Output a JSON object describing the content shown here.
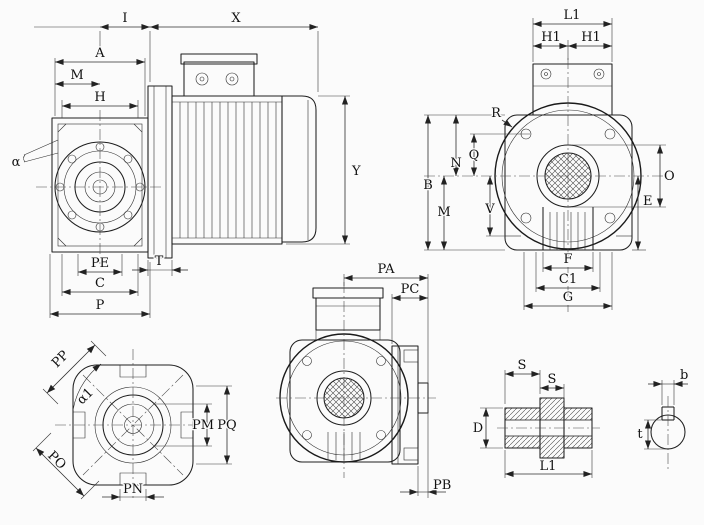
{
  "colors": {
    "ink": "#1a1a1a",
    "background": "#fbfbfb"
  },
  "views": {
    "side": {
      "dims": {
        "I": "I",
        "X": "X",
        "A": "A",
        "M": "M",
        "H": "H",
        "alpha": "α",
        "Y": "Y",
        "T": "T",
        "PE": "PE",
        "C": "C",
        "P": "P"
      }
    },
    "front": {
      "dims": {
        "L1": "L1",
        "H1_left": "H1",
        "H1_right": "H1",
        "R": "R",
        "B": "B",
        "N": "N",
        "Q": "Q",
        "M": "M",
        "V": "V",
        "O": "O",
        "E": "E",
        "F": "F",
        "C1": "C1",
        "G": "G"
      }
    },
    "top": {
      "dims": {
        "PP": "PP",
        "alpha1": "α1",
        "PO": "PO",
        "PM": "PM",
        "PQ": "PQ",
        "PN": "PN"
      }
    },
    "flange": {
      "dims": {
        "PA": "PA",
        "PC": "PC",
        "PB": "PB"
      }
    },
    "bushing": {
      "dims": {
        "S_left": "S",
        "S_right": "S",
        "D": "D",
        "L1": "L1"
      }
    },
    "keyway": {
      "dims": {
        "b": "b",
        "t": "t"
      }
    }
  }
}
